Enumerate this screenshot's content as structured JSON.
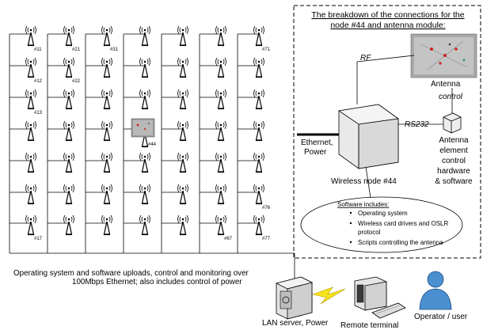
{
  "grid": {
    "node_labels": [
      "#11",
      "#12",
      "#13",
      "#17",
      "#21",
      "#22",
      "#31",
      "#44",
      "#67",
      "#71",
      "#76",
      "#77"
    ]
  },
  "breakdown": {
    "title_line1": "The breakdown of the connections for the",
    "title_line2": "node #44 and antenna module:",
    "rf_label": "RF",
    "antenna_label": "Antenna",
    "control_label": "control",
    "rs232_label": "RS232",
    "ethernet_power_line1": "Ethernet,",
    "ethernet_power_line2": "Power",
    "node_label": "Wireless node #44",
    "aech_lines": [
      "Antenna",
      "element",
      "control",
      "hardware",
      "& software"
    ],
    "software_title": "Software includes:",
    "software_items": [
      "Operating system",
      "Wireless card drivers and OSLR",
      "protocol",
      "Scripts controlling the antenna"
    ]
  },
  "bottom": {
    "caption_line1": "Operating system and  software uploads, control and monitoring over",
    "caption_line2": "100Mbps Ethernet; also includes control of power",
    "lan_server": "LAN server, Power",
    "remote_terminal": "Remote terminal",
    "operator": "Operator / user"
  },
  "colors": {
    "line": "#000000",
    "zap": "#f5e21a",
    "user": "#4a8fd0"
  }
}
